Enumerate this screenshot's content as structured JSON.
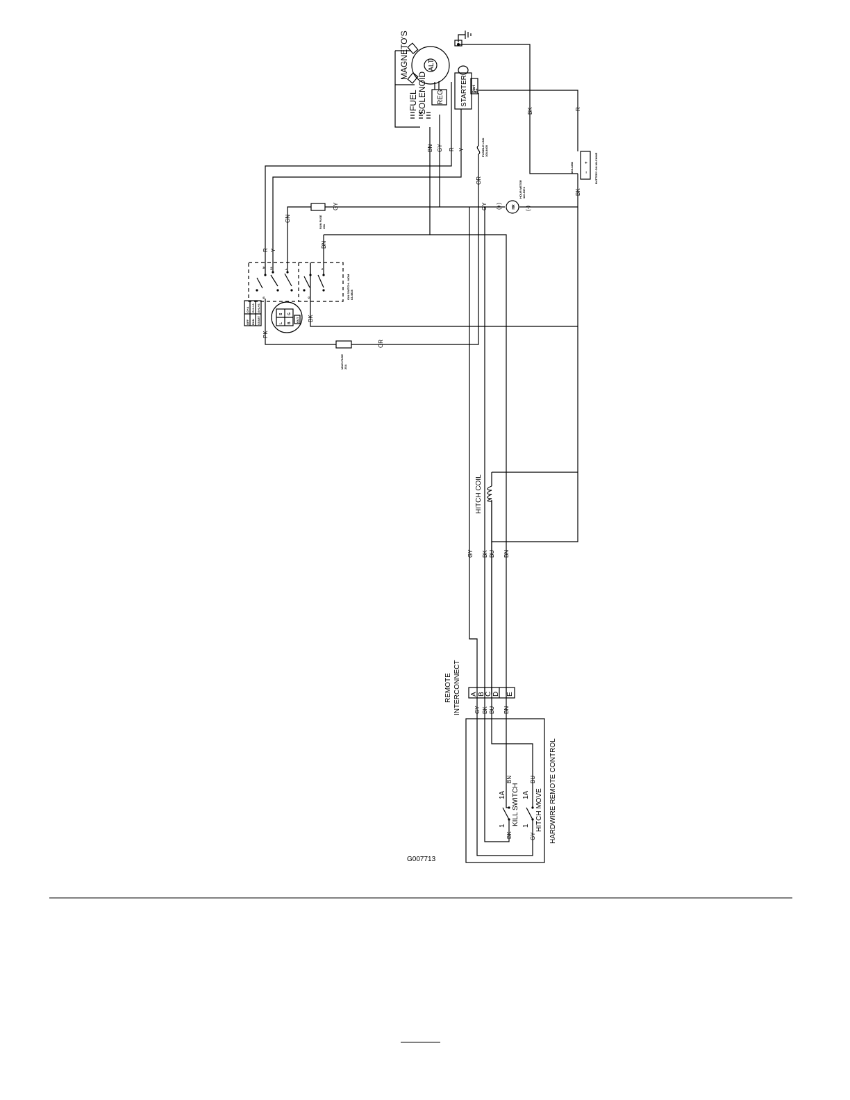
{
  "figure_id": "G007713",
  "components": {
    "magnetos": "MAGNETO'S",
    "alternator": "ALT",
    "fuel_solenoid_line1": "FUEL",
    "fuel_solenoid_line2": "SOLENOID",
    "regulator": "REG",
    "starter": "STARTER",
    "starter_terminal_start": "Start",
    "starter_terminal_bplus": "B+",
    "fusible_link": "FUSIBLE LINK",
    "fusible_link_part": "108-8405",
    "battery": "BATTERY ON MACHINE",
    "battery_part": "108-1286",
    "hour_meter": "HOUR METER",
    "hour_meter_part": "110-5374",
    "hour_meter_symbol": "HR",
    "plus_sign": "(+)",
    "minus_sign": "(-)",
    "run_fuse": "RUN FUSE",
    "run_fuse_rating": "15A",
    "main_fuse": "MAIN FUSE",
    "main_fuse_rating": "25A",
    "ign_switch": "IGN SWITCH - MOM",
    "ign_switch_part": "63-4928",
    "switch_states": [
      "OFF",
      "RUN",
      "START"
    ],
    "switch_contacts": [
      "G+A",
      "B+L+A",
      "B+L+S"
    ],
    "switch_terminals": [
      "L",
      "S",
      "B",
      "G",
      "A",
      "M"
    ],
    "hitch_coil": "HITCH COIL",
    "remote_interconnect_line1": "REMOTE",
    "remote_interconnect_line2": "INTERCONNECT",
    "connector_pins": [
      "A",
      "B",
      "C",
      "D",
      "E"
    ],
    "kill_switch": "KILL SWITCH",
    "hitch_move": "HITCH MOVE",
    "hardwire_remote_control": "HARDWIRE REMOTE CONTROL",
    "contact_1": "1",
    "contact_1a": "1A"
  },
  "wire_labels": {
    "bn": "BN",
    "gy": "GY",
    "r": "R",
    "y": "Y",
    "or": "OR",
    "bk": "BK",
    "gn": "GN",
    "pk": "PK",
    "bu": "BU"
  }
}
